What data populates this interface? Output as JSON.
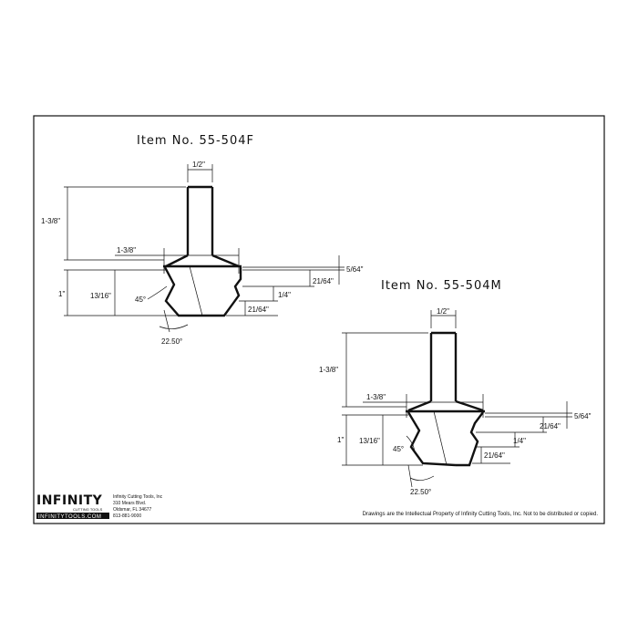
{
  "drawings": [
    {
      "title": "Item No. 55-504F",
      "dims": {
        "shank_dia": "1/2\"",
        "overall_height": "1-3/8\"",
        "cut_dia": "1-3/8\"",
        "cut_height": "1\"",
        "depth_a": "13/16\"",
        "angle_45": "45°",
        "angle_22": "22.50°",
        "top_a": "5/64\"",
        "top_b": "21/64\"",
        "mid": "1/4\"",
        "low": "21/64\""
      }
    },
    {
      "title": "Item No. 55-504M",
      "dims": {
        "shank_dia": "1/2\"",
        "overall_height": "1-3/8\"",
        "cut_dia": "1-3/8\"",
        "cut_height": "1\"",
        "depth_a": "13/16\"",
        "angle_45": "45°",
        "angle_22": "22.50°",
        "top_a": "5/64\"",
        "top_b": "21/64\"",
        "mid": "1/4\"",
        "low": "21/64\""
      }
    }
  ],
  "company": {
    "logo": "INFINITY",
    "logo_sub": "CUTTING TOOLS",
    "website": "INFINITYTOOLS.COM",
    "name": "Infinity Cutting Tools, Inc",
    "address1": "310 Mears Blvd.",
    "address2": "Oldsmar, FL 34677",
    "phone": "813-881-9000"
  },
  "footer_note": "Drawings are the Intellectual Property of Infinity Cutting Tools, Inc. Not to be distributed or copied."
}
